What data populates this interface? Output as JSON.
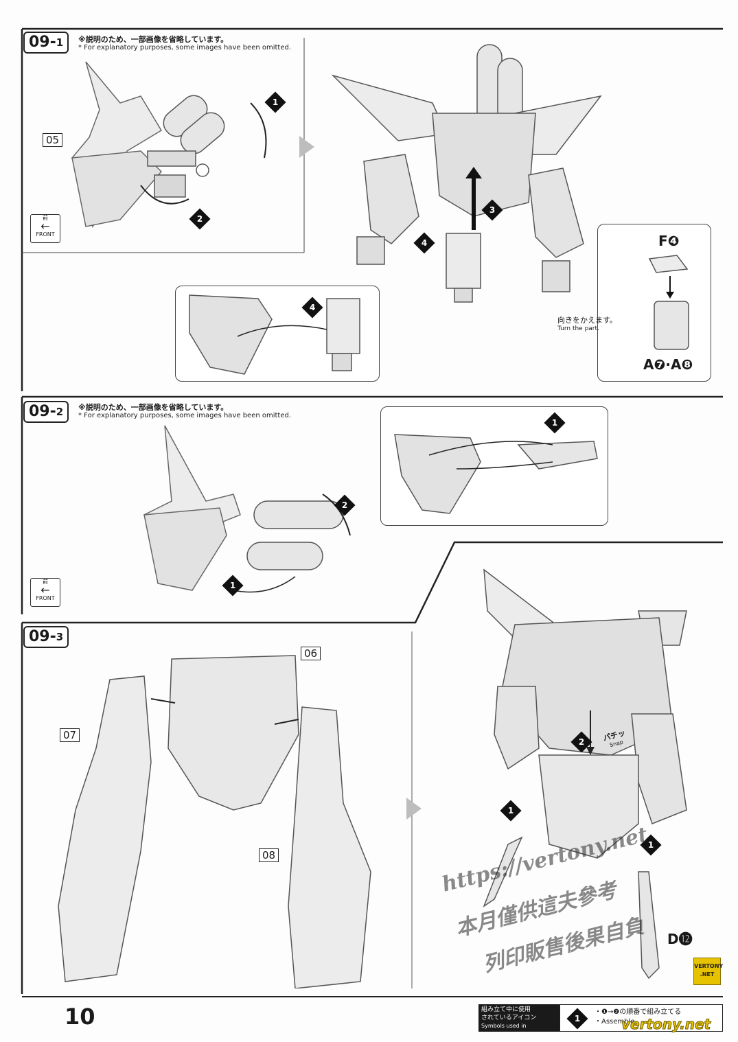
{
  "page_number": "10",
  "steps": {
    "s1": {
      "label": "09",
      "sub": "1"
    },
    "s2": {
      "label": "09",
      "sub": "2"
    },
    "s3": {
      "label": "09",
      "sub": "3"
    }
  },
  "omitted_note": {
    "jp": "※説明のため、一部画像を省略しています。",
    "en": "* For explanatory purposes, some images have been omitted."
  },
  "front_badge": {
    "jp": "前",
    "en": "FRONT"
  },
  "part_numbers": {
    "p05": "05",
    "p06": "06",
    "p07": "07",
    "p08": "08"
  },
  "step_markers": [
    "1",
    "2",
    "3",
    "4"
  ],
  "parts": {
    "f4": "F❹",
    "a78": "A❼·A❽",
    "d12": "D⓬"
  },
  "turn_part": {
    "jp": "向きをかえます。",
    "en": "Turn the part."
  },
  "snap": {
    "jp": "パチッ",
    "en": "Snap"
  },
  "watermark": {
    "url": "https://vertony.net",
    "cn1": "本月僅供這夫參考",
    "cn2": "列印販售後果自負",
    "badge_top": "VERTONY",
    "badge_bottom": ".NET"
  },
  "legend": {
    "title_jp_1": "組み立て中に使用",
    "title_jp_2": "されているアイコン",
    "title_en": "Symbols used in instructions",
    "icon_num": "1",
    "line1": "・❶→❷の順番で組み立てる",
    "line2": "・Assemble",
    "footer_wm": "vertony.net"
  },
  "colors": {
    "frame": "#222222",
    "part_fill": "#e4e4e4",
    "part_stroke": "#555555"
  }
}
